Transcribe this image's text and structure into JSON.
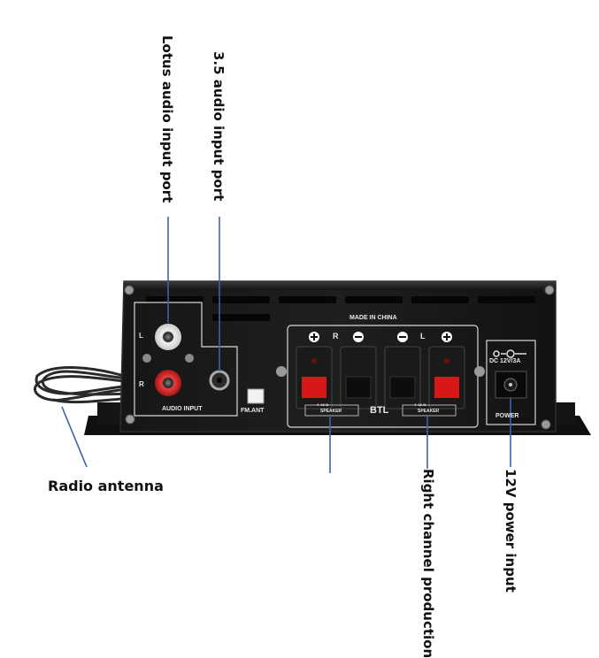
{
  "callouts": {
    "lotus": "Lotus audio input port",
    "aux": "3.5 audio input port",
    "antenna": "Radio antenna",
    "right_channel": "Right channel production",
    "power": "12V power input"
  },
  "panel": {
    "made_in": "MADE IN CHINA",
    "audio_input": "AUDIO INPUT",
    "fm_ant": "FM.ANT",
    "btl": "BTL",
    "dc_rating": "DC 12V/3A",
    "power": "POWER",
    "left_label": "L",
    "right_label": "R",
    "sp_r": "R",
    "sp_l": "L",
    "ohm_left": "4~16 Ω",
    "speaker_left": "SPEAKER",
    "ohm_right": "4~16 Ω",
    "speaker_right": "SPEAKER"
  },
  "colors": {
    "leader_line": "#3b63a8",
    "chassis": "#1b1b1b",
    "binding_red": "#d81818"
  }
}
